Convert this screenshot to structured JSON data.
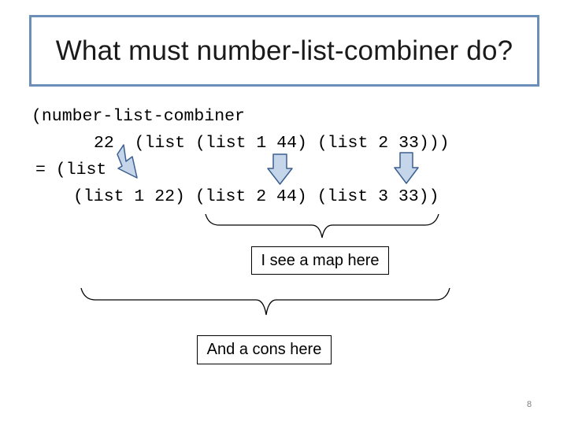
{
  "slide": {
    "title": "What must number-list-combiner do?",
    "code_lines": [
      "(number-list-combiner",
      "22  (list (list 1 44) (list 2 33)))",
      "= (list",
      "(list 1 22) (list 2 44) (list 3 33))"
    ],
    "callouts": {
      "map": "I see a map here",
      "cons": "And a cons here"
    },
    "slide_number": "8"
  },
  "colors": {
    "title_border": "#6b8fb8",
    "arrow_fill": "#c5d5ea",
    "arrow_stroke": "#3b5f8f"
  }
}
